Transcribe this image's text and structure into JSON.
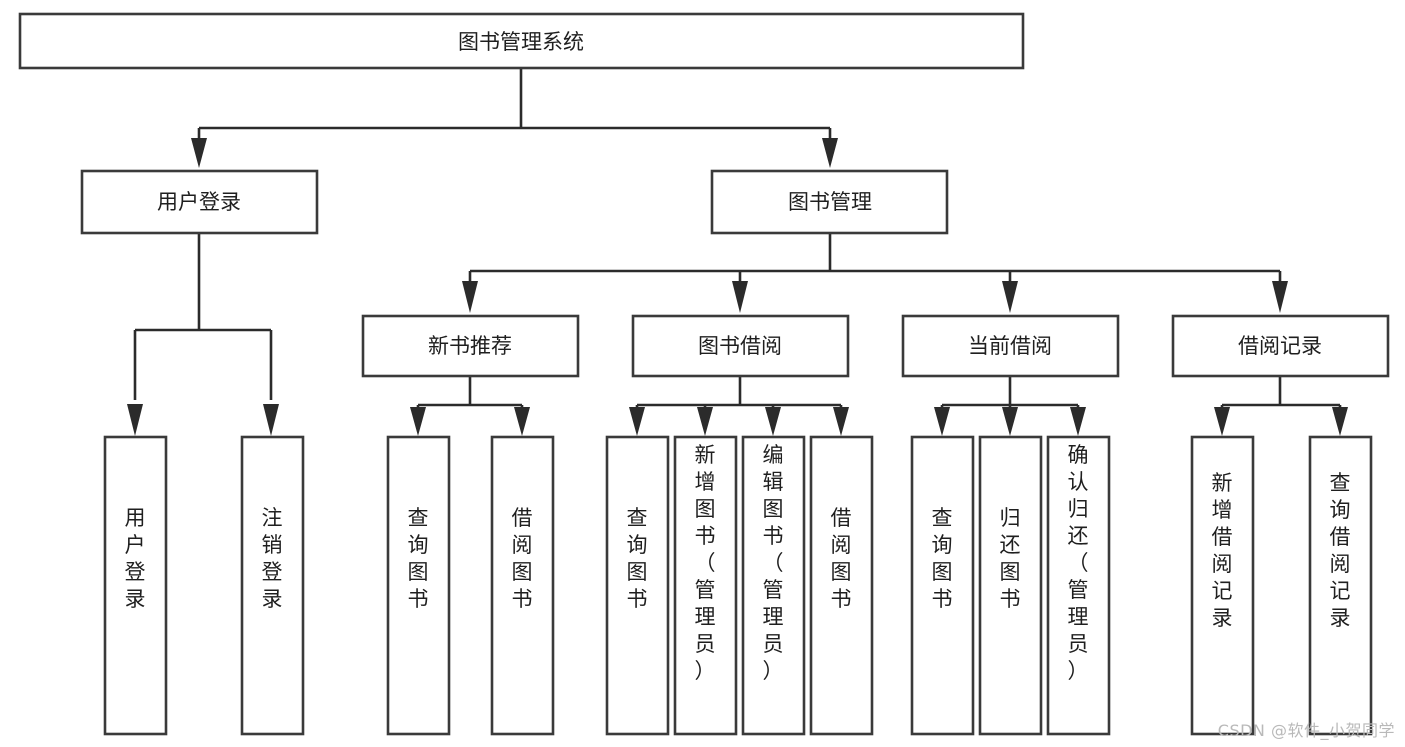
{
  "diagram": {
    "type": "tree-hierarchy-diagram",
    "title": "图书管理系统",
    "theme": {
      "background": "#ffffff",
      "box_fill": "#ffffff",
      "box_stroke": "#3a3a3a",
      "connector_color": "#2b2b2b",
      "text_color": "#1f1f1f",
      "watermark_color": "#b9b9b9"
    },
    "levels": {
      "level0": [
        {
          "id": "root",
          "label": "图书管理系统",
          "orientation": "horizontal"
        }
      ],
      "level1": [
        {
          "id": "user-login",
          "label": "用户登录",
          "orientation": "horizontal"
        },
        {
          "id": "book-management",
          "label": "图书管理",
          "orientation": "horizontal"
        }
      ],
      "level2": [
        {
          "id": "new-book-recommend",
          "label": "新书推荐",
          "orientation": "horizontal",
          "parent": "book-management"
        },
        {
          "id": "book-borrow",
          "label": "图书借阅",
          "orientation": "horizontal",
          "parent": "book-management"
        },
        {
          "id": "current-borrow",
          "label": "当前借阅",
          "orientation": "horizontal",
          "parent": "book-management"
        },
        {
          "id": "borrow-record",
          "label": "借阅记录",
          "orientation": "horizontal",
          "parent": "book-management"
        }
      ],
      "level3": [
        {
          "id": "leaf-user-login",
          "label": "用户登录",
          "orientation": "vertical",
          "parent": "user-login"
        },
        {
          "id": "leaf-logout",
          "label": "注销登录",
          "orientation": "vertical",
          "parent": "user-login"
        },
        {
          "id": "leaf-query-book-1",
          "label": "查询图书",
          "orientation": "vertical",
          "parent": "new-book-recommend"
        },
        {
          "id": "leaf-borrow-book-1",
          "label": "借阅图书",
          "orientation": "vertical",
          "parent": "new-book-recommend"
        },
        {
          "id": "leaf-query-book-2",
          "label": "查询图书",
          "orientation": "vertical",
          "parent": "book-borrow"
        },
        {
          "id": "leaf-add-book",
          "label": "新增图书（管理员）",
          "orientation": "vertical",
          "parent": "book-borrow"
        },
        {
          "id": "leaf-edit-book",
          "label": "编辑图书（管理员）",
          "orientation": "vertical",
          "parent": "book-borrow"
        },
        {
          "id": "leaf-borrow-book-2",
          "label": "借阅图书",
          "orientation": "vertical",
          "parent": "book-borrow"
        },
        {
          "id": "leaf-query-book-3",
          "label": "查询图书",
          "orientation": "vertical",
          "parent": "current-borrow"
        },
        {
          "id": "leaf-return-book",
          "label": "归还图书",
          "orientation": "vertical",
          "parent": "current-borrow"
        },
        {
          "id": "leaf-confirm-return",
          "label": "确认归还（管理员）",
          "orientation": "vertical",
          "parent": "current-borrow"
        },
        {
          "id": "leaf-add-record",
          "label": "新增借阅记录",
          "orientation": "vertical",
          "parent": "borrow-record"
        },
        {
          "id": "leaf-query-record",
          "label": "查询借阅记录",
          "orientation": "vertical",
          "parent": "borrow-record"
        }
      ]
    }
  },
  "watermark": {
    "text": "CSDN @软件_小贺同学"
  }
}
